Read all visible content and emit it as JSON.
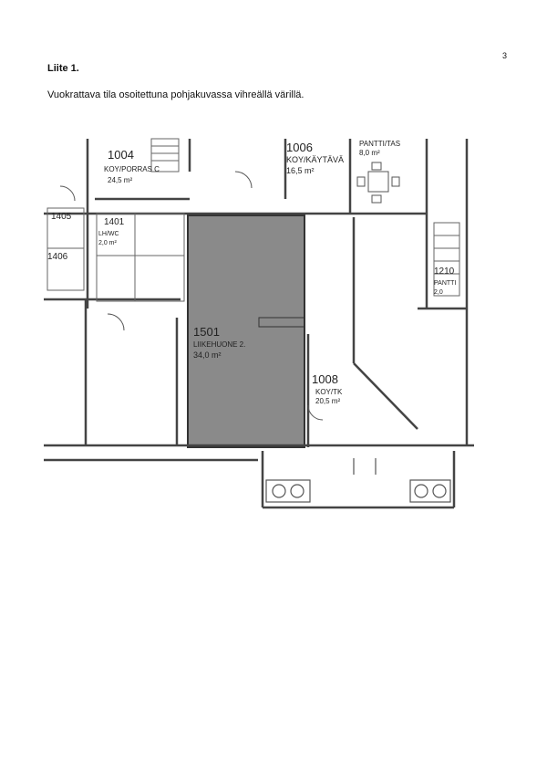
{
  "header": {
    "page_number": "3"
  },
  "document": {
    "heading": "Liite 1.",
    "caption": "Vuokrattava tila osoitettuna pohjakuvassa vihreällä värillä."
  },
  "floor_plan": {
    "highlight_color": "#8a8a8a",
    "rooms": [
      {
        "number": "1004",
        "name": "KOY/PORRAS C",
        "area": "24,5 m²"
      },
      {
        "number": "1006",
        "name": "KOY/KÄYTÄVÄ",
        "area": "16,5 m²"
      },
      {
        "number": "PANTTI/TAS",
        "area": "8,0 m²"
      },
      {
        "number": "1501",
        "name": "LIIKEHUONE 2.",
        "area": "34,0 m²"
      },
      {
        "number": "1008",
        "name": "KOY/TK",
        "area": "20,5 m²"
      },
      {
        "number": "1405",
        "name": ""
      },
      {
        "number": "1406",
        "name": ""
      },
      {
        "number": "1401",
        "name": "LH/WC",
        "area": "2,0 m²"
      },
      {
        "number": "1210",
        "name": "PANTTI",
        "area": "2,0"
      }
    ]
  }
}
